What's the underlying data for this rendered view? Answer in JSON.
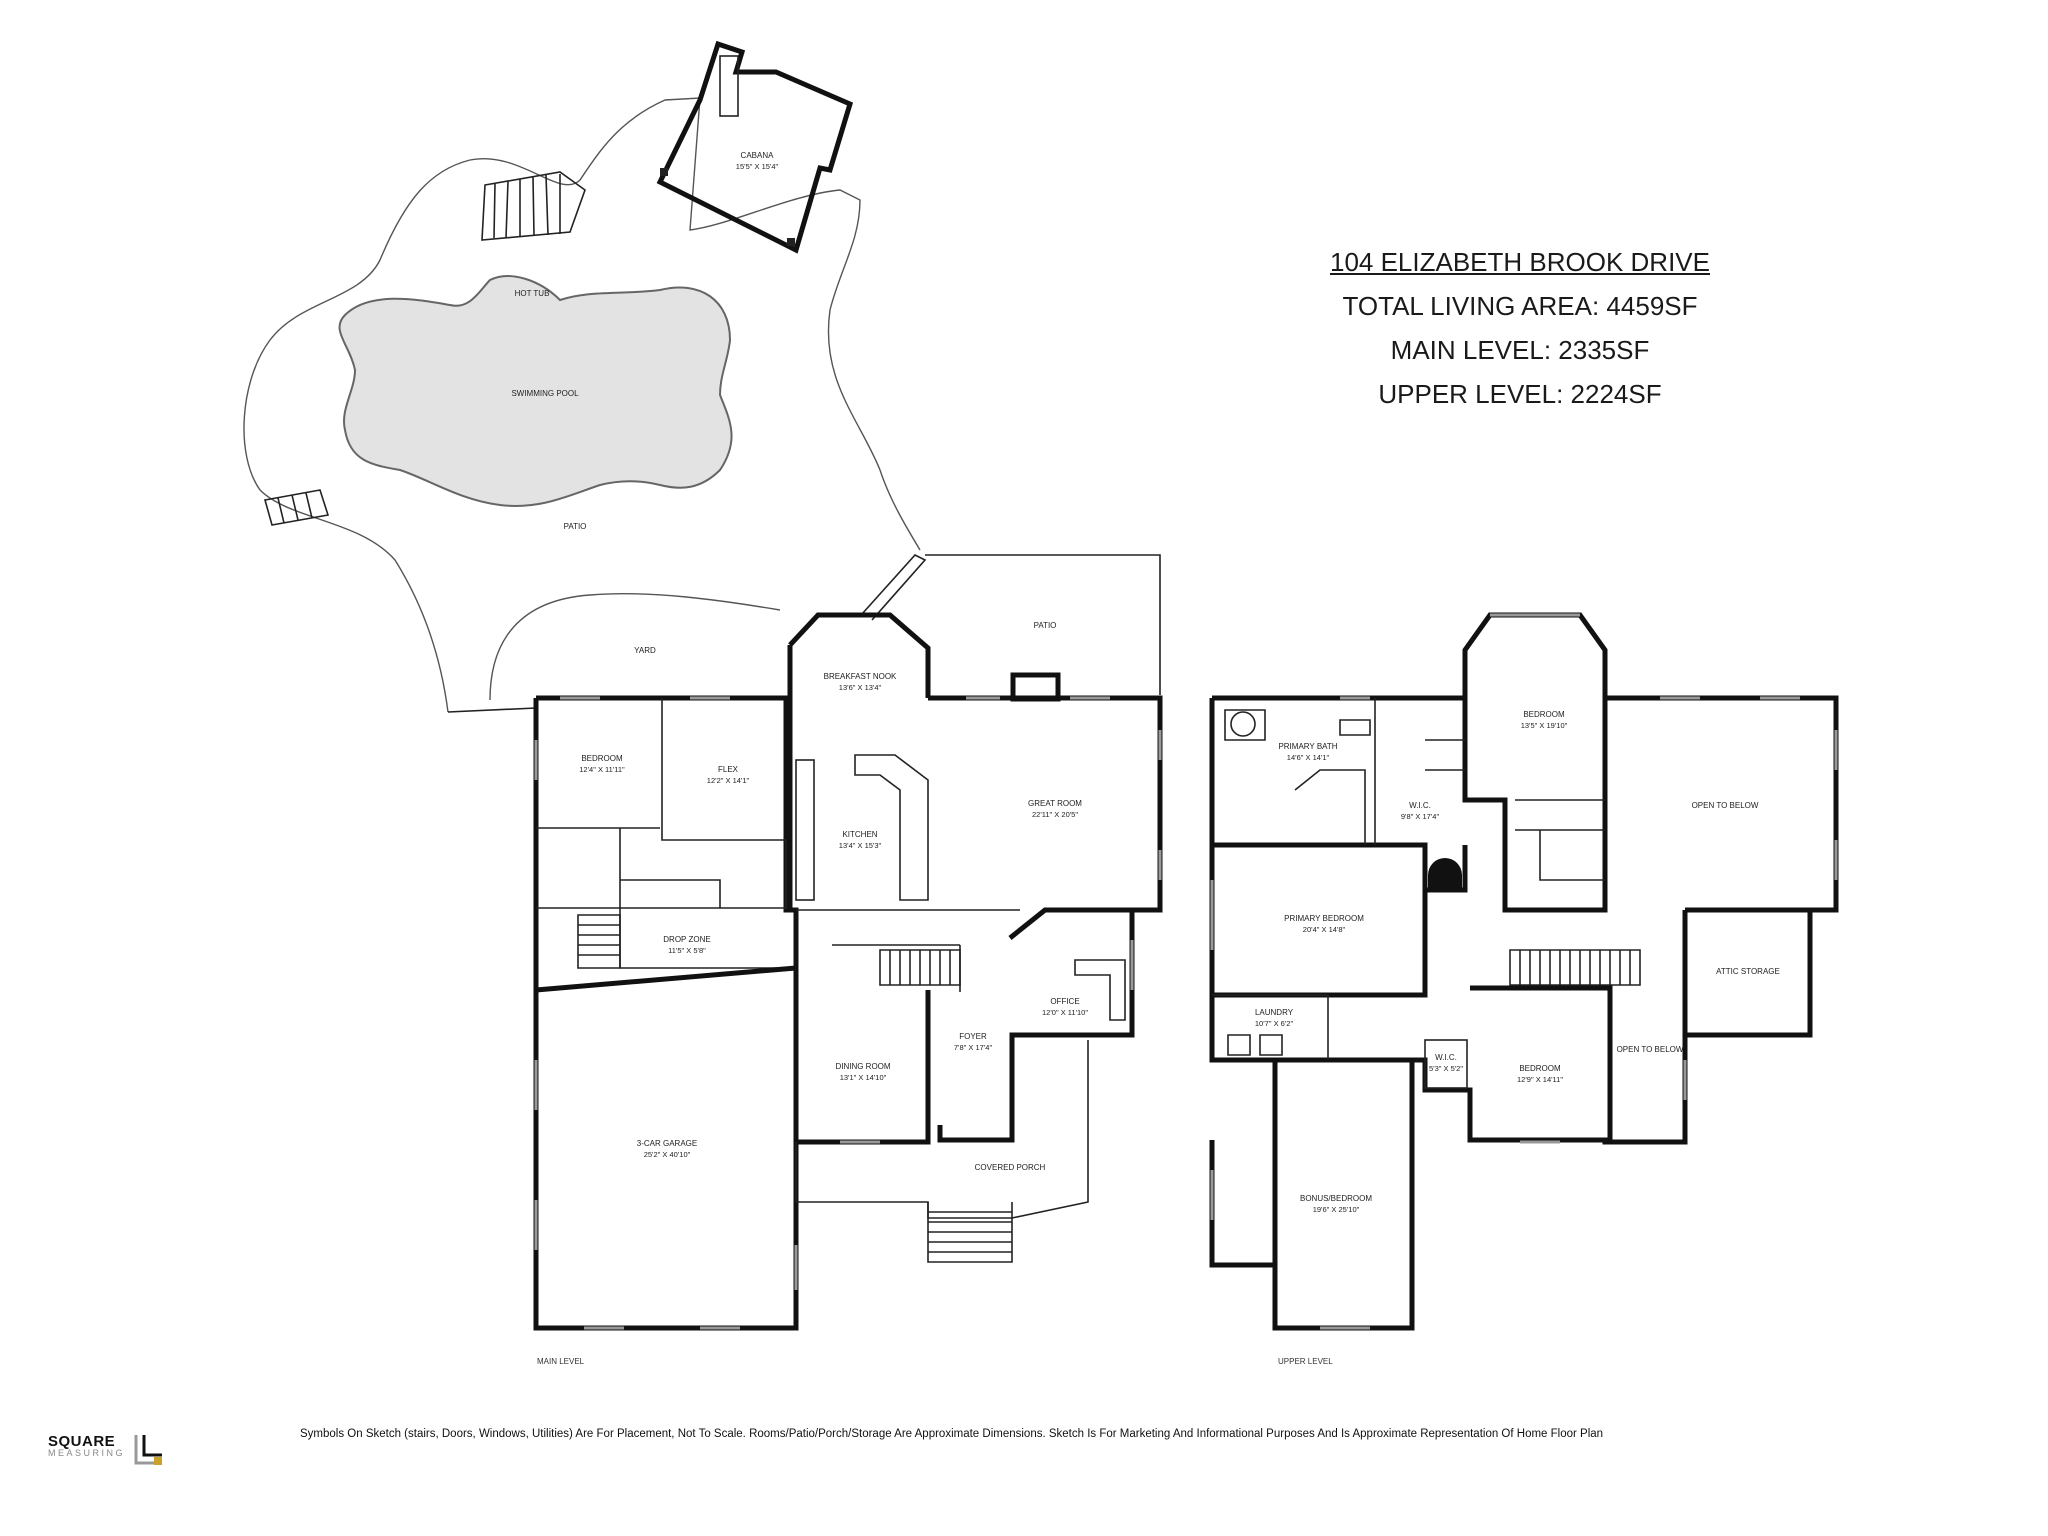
{
  "header": {
    "address": "104 ELIZABETH BROOK DRIVE",
    "total_area": "TOTAL LIVING AREA: 4459SF",
    "main_level_area": "MAIN LEVEL: 2335SF",
    "upper_level_area": "UPPER LEVEL: 2224SF"
  },
  "outdoor": {
    "cabana": {
      "name": "CABANA",
      "dim": "15'5\" X 15'4\""
    },
    "hot_tub": "HOT TUB",
    "swimming_pool": "SWIMMING POOL",
    "pool_patio": "PATIO",
    "yard": "YARD",
    "rear_patio": "PATIO"
  },
  "main_level": {
    "label": "MAIN LEVEL",
    "rooms": {
      "breakfast_nook": {
        "name": "BREAKFAST NOOK",
        "dim": "13'6\" X 13'4\""
      },
      "bedroom": {
        "name": "BEDROOM",
        "dim": "12'4\" X 11'11\""
      },
      "flex": {
        "name": "FLEX",
        "dim": "12'2\" X 14'1\""
      },
      "kitchen": {
        "name": "KITCHEN",
        "dim": "13'4\" X 15'3\""
      },
      "great_room": {
        "name": "GREAT ROOM",
        "dim": "22'11\" X 20'5\""
      },
      "drop_zone": {
        "name": "DROP ZONE",
        "dim": "11'5\" X 5'8\""
      },
      "office": {
        "name": "OFFICE",
        "dim": "12'0\" X 11'10\""
      },
      "foyer": {
        "name": "FOYER",
        "dim": "7'8\" X 17'4\""
      },
      "dining_room": {
        "name": "DINING ROOM",
        "dim": "13'1\" X 14'10\""
      },
      "garage": {
        "name": "3-CAR GARAGE",
        "dim": "25'2\" X 40'10\""
      },
      "covered_porch": {
        "name": "COVERED PORCH"
      }
    }
  },
  "upper_level": {
    "label": "UPPER LEVEL",
    "rooms": {
      "primary_bath": {
        "name": "PRIMARY BATH",
        "dim": "14'6\" X 14'1\""
      },
      "bedroom_a": {
        "name": "BEDROOM",
        "dim": "13'5\" X 19'10\""
      },
      "wic": {
        "name": "W.I.C.",
        "dim": "9'8\" X 17'4\""
      },
      "open_below_a": {
        "name": "OPEN TO BELOW"
      },
      "primary_bedroom": {
        "name": "PRIMARY BEDROOM",
        "dim": "20'4\" X 14'8\""
      },
      "attic_storage": {
        "name": "ATTIC STORAGE"
      },
      "laundry": {
        "name": "LAUNDRY",
        "dim": "10'7\" X 6'2\""
      },
      "wic_small": {
        "name": "W.I.C.",
        "dim": "5'3\" X 5'2\""
      },
      "bedroom_b": {
        "name": "BEDROOM",
        "dim": "12'9\" X 14'11\""
      },
      "open_below_b": {
        "name": "OPEN TO BELOW"
      },
      "bonus": {
        "name": "BONUS/BEDROOM",
        "dim": "19'6\" X 25'10\""
      }
    }
  },
  "footer": {
    "disclaimer": "Symbols On Sketch (stairs, Doors, Windows, Utilities) Are For Placement, Not To Scale. Rooms/Patio/Porch/Storage Are Approximate Dimensions. Sketch Is For Marketing And Informational Purposes And Is Approximate Representation Of Home Floor Plan",
    "logo_top": "SQUARE",
    "logo_bottom": "MEASURING"
  },
  "colors": {
    "wall": "#111111",
    "pool": "#e3e3e3",
    "outline": "#555555"
  }
}
